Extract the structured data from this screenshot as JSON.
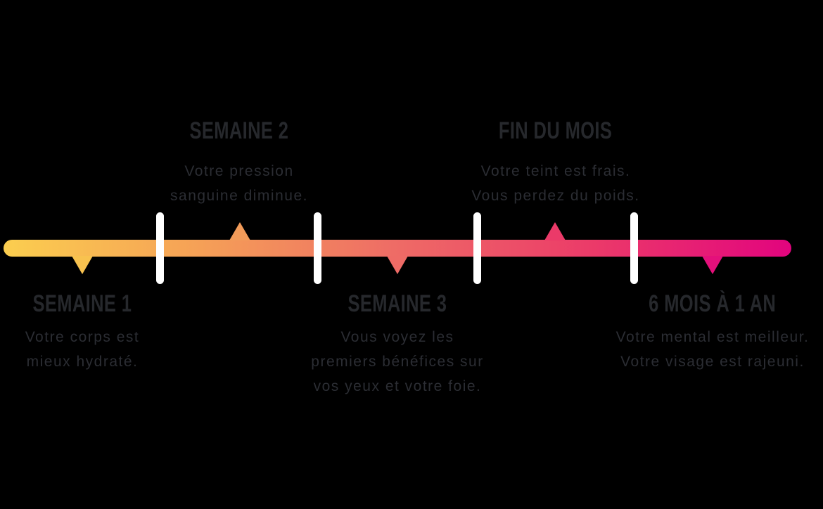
{
  "background_color": "#000000",
  "text_colors": {
    "heading": "#26282c",
    "body": "#2b2d33"
  },
  "timeline": {
    "bar_gradient": [
      "#FBCE4F",
      "#F5A057",
      "#EE6B66",
      "#EB3A69",
      "#E2047E"
    ],
    "tick_color": "#FFFFFF",
    "milestones": [
      {
        "id": "semaine-1",
        "title": "SEMAINE 1",
        "position": "below",
        "marker": "down-arrow",
        "marker_color": "#F8C24F",
        "lines": [
          "Votre corps est",
          "mieux hydraté."
        ]
      },
      {
        "id": "semaine-2",
        "title": "SEMAINE 2",
        "position": "above",
        "marker": "up-arrow",
        "marker_color": "#F29B59",
        "lines": [
          "Votre pression",
          "sanguine diminue."
        ]
      },
      {
        "id": "semaine-3",
        "title": "SEMAINE 3",
        "position": "below",
        "marker": "down-arrow",
        "marker_color": "#EE6B66",
        "lines": [
          "Vous voyez les",
          "premiers bénéfices sur",
          "vos yeux et votre foie."
        ]
      },
      {
        "id": "fin-du-mois",
        "title": "FIN DU MOIS",
        "position": "above",
        "marker": "up-arrow",
        "marker_color": "#EB3A69",
        "lines": [
          "Votre teint est frais.",
          "Vous perdez du poids."
        ]
      },
      {
        "id": "six-mois-a-un-an",
        "title": "6 MOIS À 1 AN",
        "position": "below",
        "marker": "down-arrow",
        "marker_color": "#E4107B",
        "lines": [
          "Votre mental est meilleur.",
          "Votre visage est rajeuni."
        ]
      }
    ]
  }
}
